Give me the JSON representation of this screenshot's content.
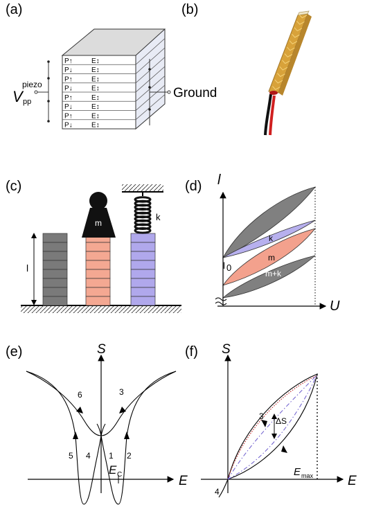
{
  "panels": {
    "a": {
      "label": "(a)",
      "p_labels": [
        "P↑",
        "P↓",
        "P↑",
        "P↓",
        "P↑",
        "P↓",
        "P↑",
        "P↓"
      ],
      "e_labels": [
        "E↕",
        "E↕",
        "E↕",
        "E↕",
        "E↕",
        "E↕",
        "E↕",
        "E↕"
      ],
      "vpp_main": "V",
      "vpp_sub": "pp",
      "vpp_sup": "piezo",
      "ground": "Ground"
    },
    "b": {
      "label": "(b)"
    },
    "c": {
      "label": "(c)",
      "length_label": "l",
      "mass_label": "m",
      "spring_label": "k"
    },
    "d": {
      "label": "(d)",
      "y_axis": "l",
      "x_axis": "U",
      "origin_label": "l",
      "origin_sub": "0",
      "loops": [
        "k",
        "m",
        "m+k"
      ]
    },
    "e": {
      "label": "(e)",
      "y_axis": "S",
      "x_axis": "E",
      "numbers": [
        "6",
        "3",
        "5",
        "4",
        "1",
        "2"
      ],
      "ec_main": "E",
      "ec_sub": "C"
    },
    "f": {
      "label": "(f)",
      "y_axis": "S",
      "x_axis": "E",
      "numbers": [
        "3",
        "4"
      ],
      "delta_s": "ΔS",
      "emax_main": "E",
      "emax_sub": "max"
    }
  },
  "colors": {
    "gray_stack": "#7a7a7a",
    "salmon_stack": "#f4a892",
    "lavender_stack": "#b0a8ec",
    "loop_gray": "#808080",
    "loop_lavender": "#b7b0ee",
    "loop_salmon": "#f3a18d",
    "dotted_red": "#c03030",
    "dashdot_blue": "#6a5acd"
  }
}
